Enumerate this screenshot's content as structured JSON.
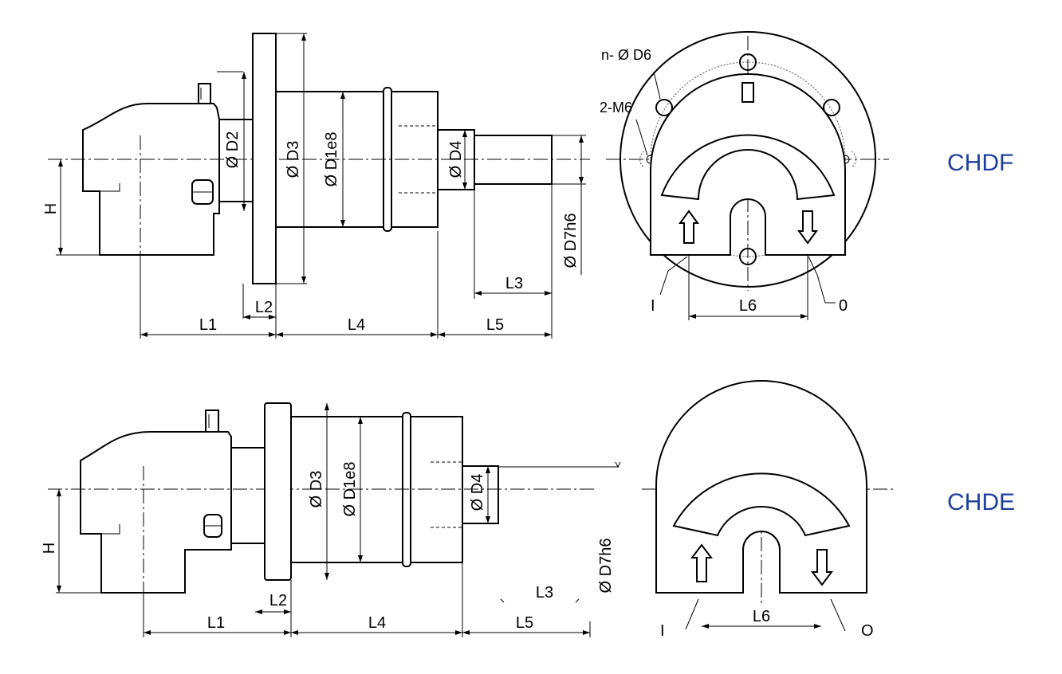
{
  "models": [
    {
      "name": "CHDF",
      "color": "#1f3f9f"
    },
    {
      "name": "CHDE",
      "color": "#1f3f9f"
    }
  ],
  "labels": {
    "phi": "Ø",
    "D1": "Ø D1e8",
    "D2": "Ø D2",
    "D3": "Ø D3",
    "D4": "Ø D4",
    "D7": "Ø D7h6",
    "D6": "n- Ø D6",
    "M6": "2-M6",
    "H": "H",
    "L1": "L1",
    "L2": "L2",
    "L3": "L3",
    "L4": "L4",
    "L5": "L5",
    "L6": "L6",
    "inlet_top": "I",
    "outlet_top": "0",
    "inlet_bottom": "I",
    "outlet_bottom": "O"
  }
}
